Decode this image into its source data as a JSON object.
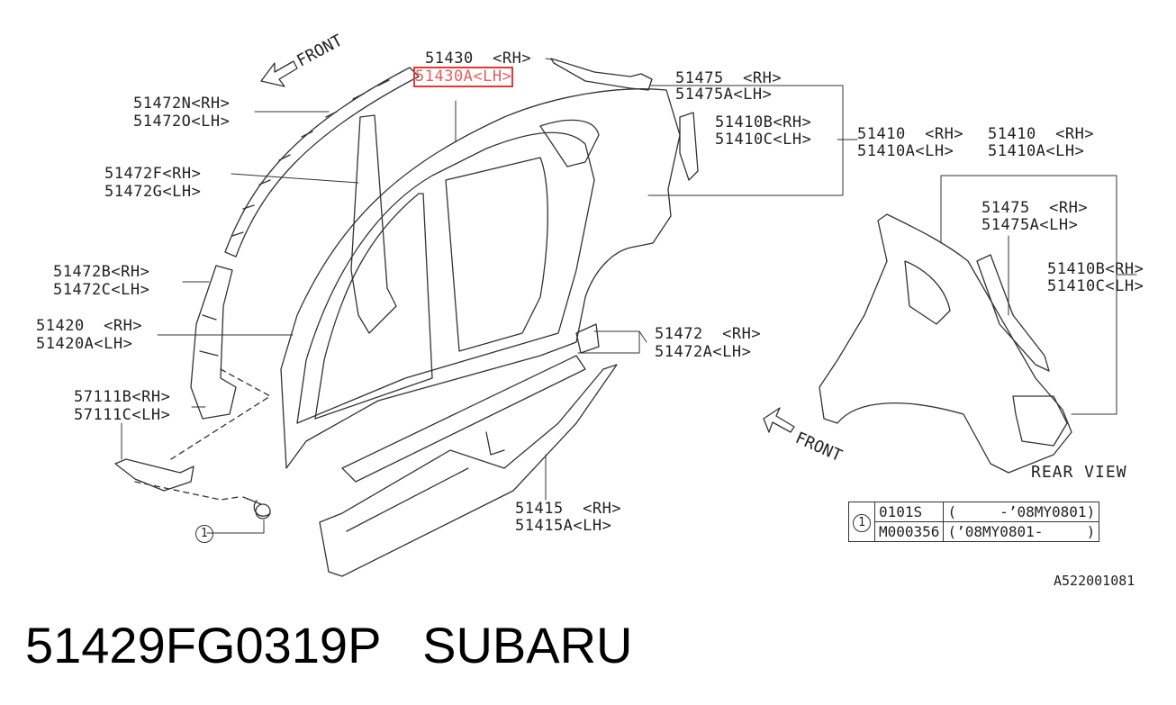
{
  "labels": {
    "p51430": "51430  <RH>",
    "p51430a": "51430A<LH>",
    "p51475": "51475  <RH>",
    "p51475a": "51475A<LH>",
    "p51472n": "51472N<RH>",
    "p51472o": "51472O<LH>",
    "p51410b": "51410B<RH>",
    "p51410c": "51410C<LH>",
    "p51410": "51410  <RH>",
    "p51410a": "51410A<LH>",
    "p51410r": "51410  <RH>",
    "p51410ar": "51410A<LH>",
    "p51472f": "51472F<RH>",
    "p51472g": "51472G<LH>",
    "p51475r": "51475  <RH>",
    "p51475ar": "51475A<LH>",
    "p51472b": "51472B<RH>",
    "p51472c": "51472C<LH>",
    "p51410br": "51410B<RH>",
    "p51410cr": "51410C<LH>",
    "p51420": "51420  <RH>",
    "p51420a": "51420A<LH>",
    "p51472": "51472  <RH>",
    "p51472a": "51472A<LH>",
    "p57111b": "57111B<RH>",
    "p57111c": "57111C<LH>",
    "p51415": "51415  <RH>",
    "p51415a": "51415A<LH>",
    "front1": "FRONT",
    "front2": "FRONT",
    "rear_view": "REAR VIEW",
    "callout1": "1"
  },
  "ref_table": {
    "marker": "1",
    "rows": [
      {
        "part": "0101S",
        "range": "(     -’08MY0801)"
      },
      {
        "part": "M000356",
        "range": "(’08MY0801-     )"
      }
    ]
  },
  "diagram_code": "A522001081",
  "footer": {
    "part_number": "51429FG0319P",
    "brand": "SUBARU"
  },
  "colors": {
    "highlight": "#e53935",
    "line": "#333333"
  }
}
